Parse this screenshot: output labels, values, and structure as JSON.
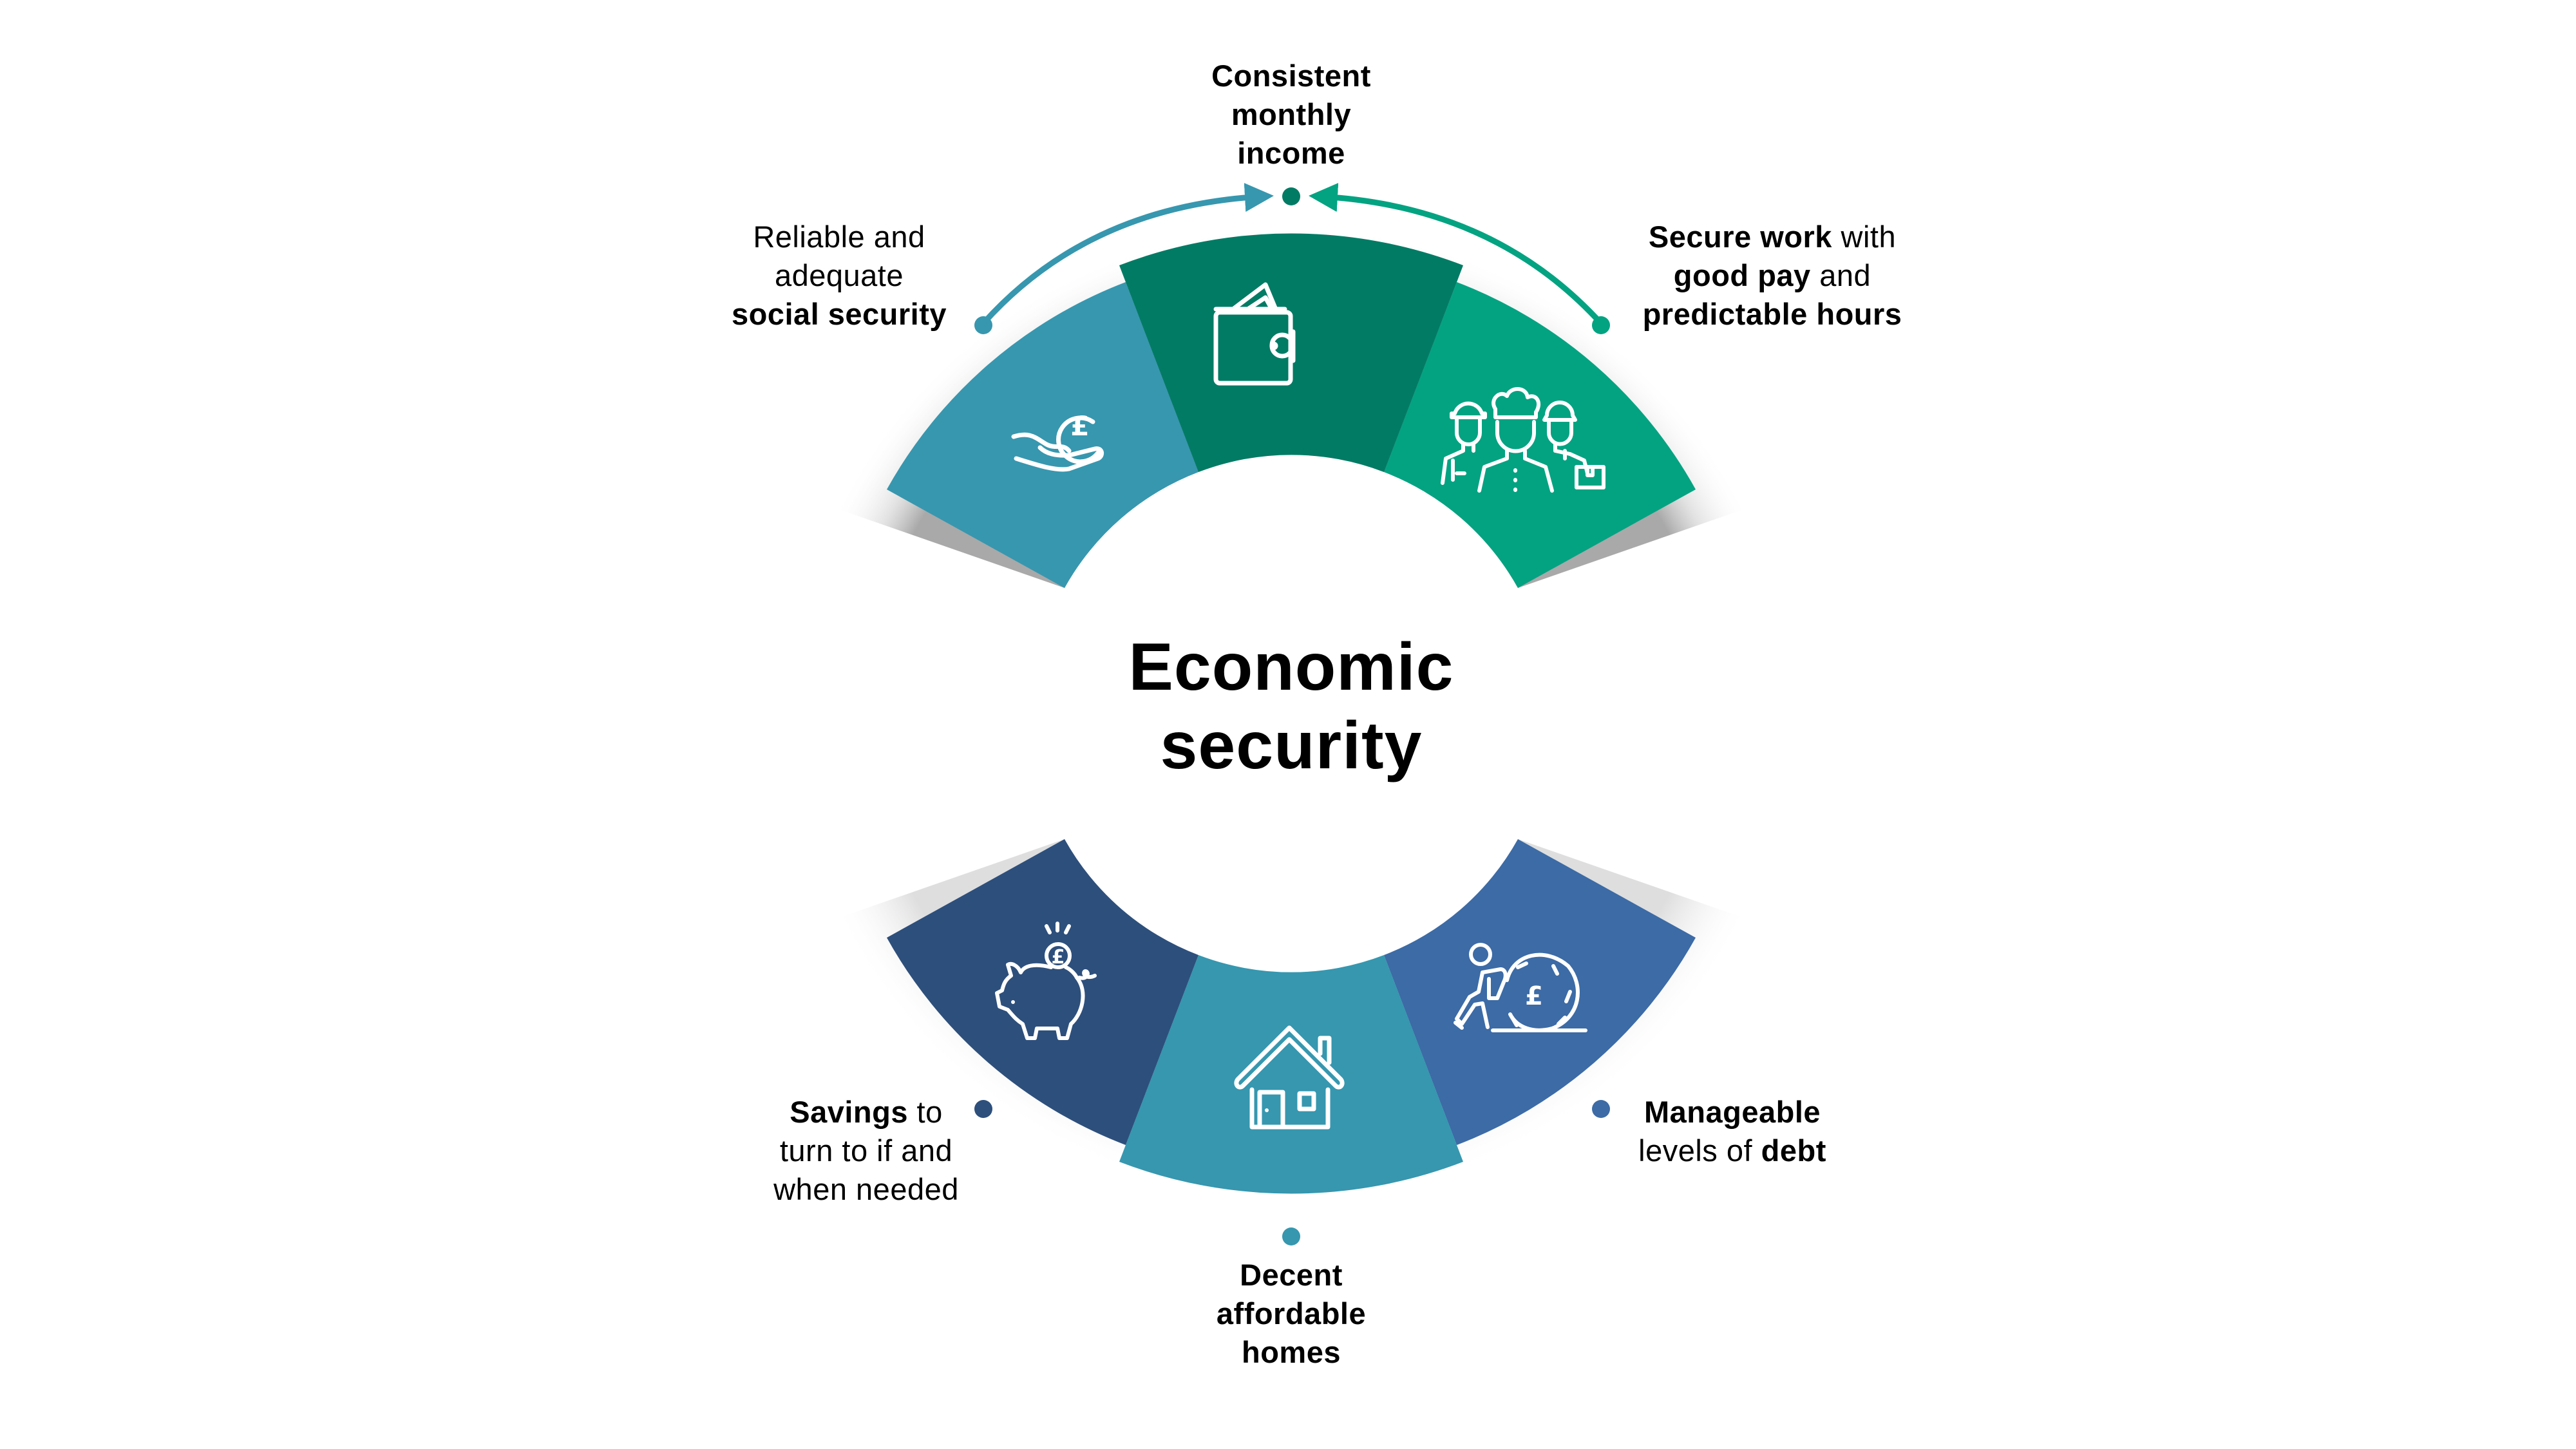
{
  "title": {
    "line1": "Economic",
    "line2": "security"
  },
  "colors": {
    "social_security": "#3797AF",
    "monthly_income": "#027B65",
    "secure_work": "#03A382",
    "savings": "#2D4F7C",
    "homes": "#3697AF",
    "debt": "#3C6BA6",
    "text": "#000000",
    "background": "#FFFFFF"
  },
  "top_arc": {
    "segments": [
      {
        "id": "social-security",
        "icon": "hand-holding-pound-coin-icon",
        "color": "#3797AF"
      },
      {
        "id": "monthly-income",
        "icon": "wallet-with-cash-icon",
        "color": "#027B65"
      },
      {
        "id": "secure-work",
        "icon": "workers-group-icon",
        "color": "#03A382"
      }
    ],
    "arrows": [
      {
        "from": "social-security",
        "to": "monthly-income",
        "color": "#3797AF"
      },
      {
        "from": "secure-work",
        "to": "monthly-income",
        "color": "#03A382"
      }
    ]
  },
  "bottom_arc": {
    "segments": [
      {
        "id": "savings",
        "icon": "piggy-bank-pound-icon",
        "color": "#2D4F7C"
      },
      {
        "id": "homes",
        "icon": "house-icon",
        "color": "#3697AF"
      },
      {
        "id": "debt",
        "icon": "person-pushing-pound-boulder-icon",
        "color": "#3C6BA6"
      }
    ]
  },
  "labels": {
    "monthly_income": {
      "line1": "Consistent",
      "line2": "monthly",
      "line3": "income"
    },
    "social_security": {
      "line1": "Reliable and",
      "line2": "adequate",
      "line3_bold": "social security"
    },
    "secure_work": {
      "line1_bold": "Secure work",
      "line1_rest": " with",
      "line2_bold": "good pay",
      "line2_rest": " and",
      "line3_bold": "predictable hours"
    },
    "savings": {
      "line1_bold": "Savings",
      "line1_rest": " to",
      "line2": "turn to if and",
      "line3": "when needed"
    },
    "debt": {
      "line1_bold": "Manageable",
      "line2_rest": "levels of ",
      "line2_bold": "debt"
    },
    "homes": {
      "line1": "Decent",
      "line2": "affordable",
      "line3": "homes"
    }
  }
}
